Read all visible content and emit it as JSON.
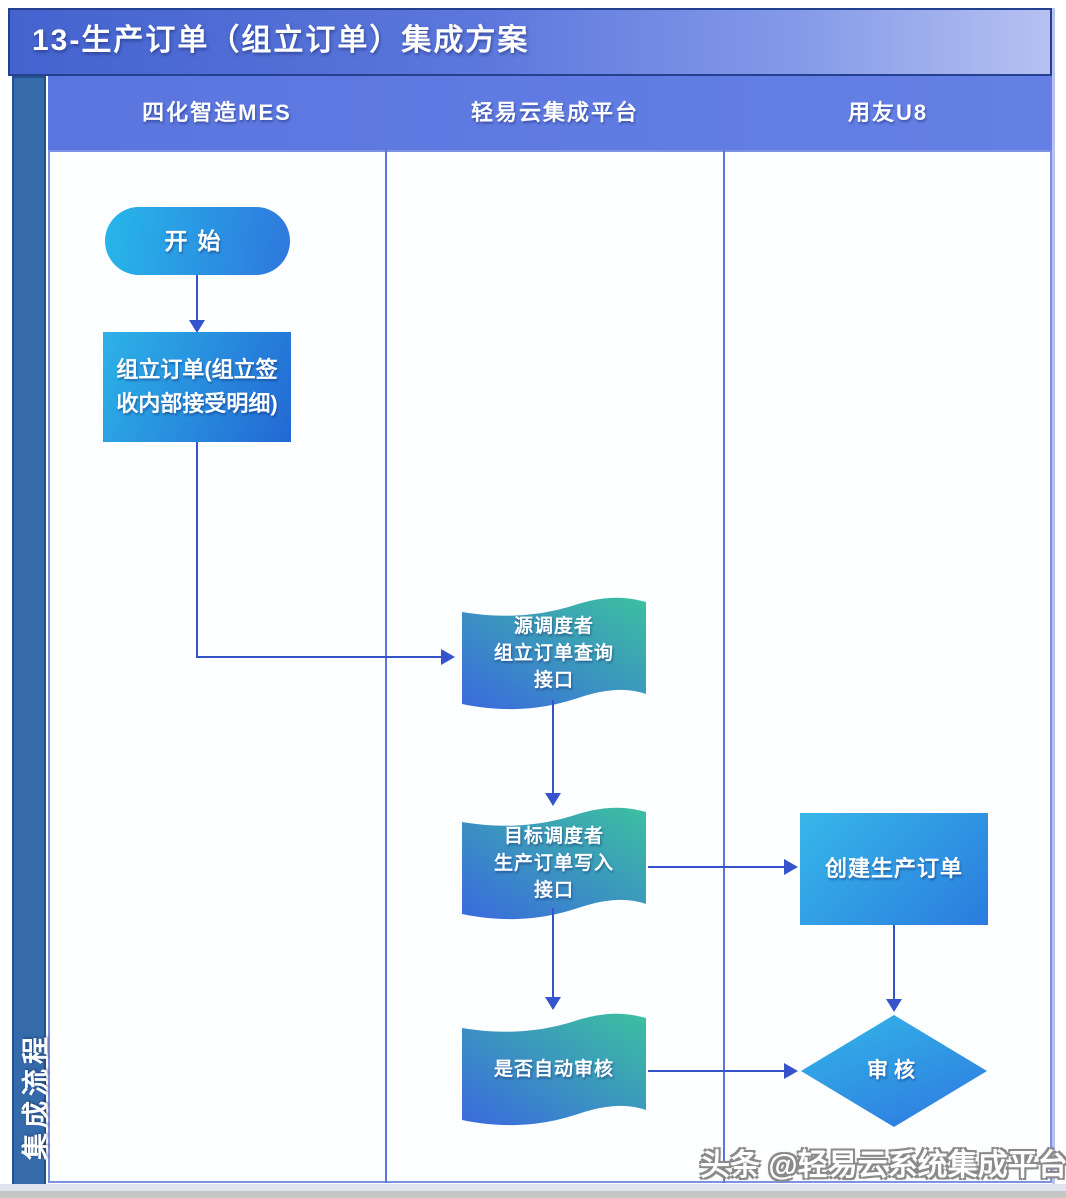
{
  "title": "13-生产订单（组立订单）集成方案",
  "lanes": [
    {
      "label": "四化智造MES"
    },
    {
      "label": "轻易云集成平台"
    },
    {
      "label": "用友U8"
    }
  ],
  "sidebar": {
    "label": "集成流程"
  },
  "nodes": {
    "start": {
      "label": "开始",
      "shape": "terminator",
      "lane": "四化智造MES"
    },
    "assembly_order": {
      "lines": [
        "组立订单(组立签",
        "收内部接受明细)"
      ],
      "shape": "process",
      "lane": "四化智造MES"
    },
    "source_scheduler": {
      "lines": [
        "源调度者",
        "组立订单查询",
        "接口"
      ],
      "shape": "wave",
      "lane": "轻易云集成平台"
    },
    "target_scheduler": {
      "lines": [
        "目标调度者",
        "生产订单写入",
        "接口"
      ],
      "shape": "wave",
      "lane": "轻易云集成平台"
    },
    "auto_audit_check": {
      "lines": [
        "是否自动审核"
      ],
      "shape": "wave",
      "lane": "轻易云集成平台"
    },
    "create_production_order": {
      "label": "创建生产订单",
      "shape": "process",
      "lane": "用友U8"
    },
    "audit": {
      "label": "审核",
      "shape": "decision",
      "lane": "用友U8"
    }
  },
  "edges": [
    {
      "from": "start",
      "to": "assembly_order"
    },
    {
      "from": "assembly_order",
      "to": "source_scheduler"
    },
    {
      "from": "source_scheduler",
      "to": "target_scheduler"
    },
    {
      "from": "target_scheduler",
      "to": "create_production_order"
    },
    {
      "from": "target_scheduler",
      "to": "auto_audit_check"
    },
    {
      "from": "create_production_order",
      "to": "audit"
    },
    {
      "from": "auto_audit_check",
      "to": "audit"
    }
  ],
  "watermark": "头条 @轻易云系统集成平台",
  "colors": {
    "title_start": "#4463ce",
    "title_end": "#b6c1f1",
    "band": "#5d78e2",
    "sidebar": "#356aab",
    "node_cyan": "#2db4e8",
    "node_blue": "#2468d4",
    "wave_start": "#3a6ade",
    "wave_end": "#3cc0a0",
    "diamond_start": "#33b3e8",
    "diamond_end": "#2e7fe0",
    "connector": "#3554cc"
  }
}
